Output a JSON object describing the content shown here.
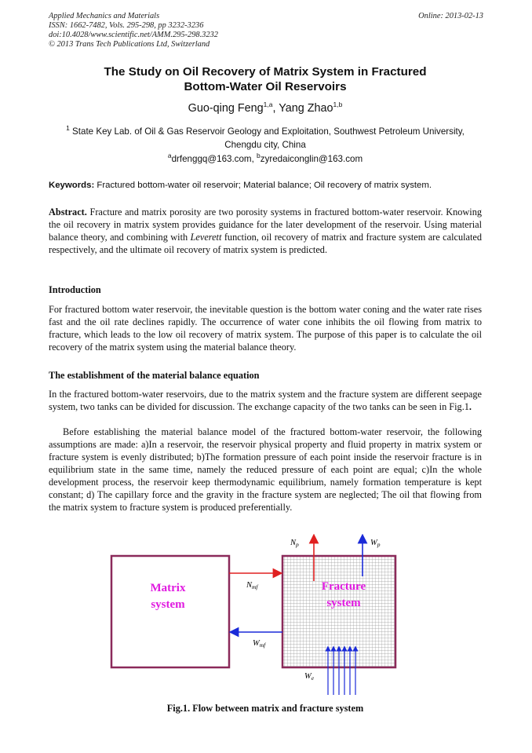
{
  "header": {
    "journal": "Applied Mechanics and Materials",
    "issn": "ISSN: 1662-7482, Vols. 295-298, pp 3232-3236",
    "doi": "doi:10.4028/www.scientific.net/AMM.295-298.3232",
    "copyright": "© 2013 Trans Tech Publications Ltd, Switzerland",
    "online": "Online: 2013-02-13"
  },
  "title": {
    "line1": "The Study on Oil Recovery of Matrix System in Fractured",
    "line2": "Bottom-Water Oil Reservoirs"
  },
  "authors": {
    "a1_name": "Guo-qing Feng",
    "a1_sup": "1,a",
    "sep": ", ",
    "a2_name": "Yang Zhao",
    "a2_sup": "1,b"
  },
  "affiliation": {
    "sup": "1",
    "line1": " State Key Lab. of Oil & Gas Reservoir Geology and Exploitation, Southwest Petroleum University,",
    "line2": "Chengdu city,  China"
  },
  "emails": {
    "sup_a": "a",
    "email_a": "drfenggq@163.com",
    "sep": ", ",
    "sup_b": "b",
    "email_b": "zyredaiconglin@163.com"
  },
  "keywords": {
    "label": "Keywords:",
    "text": " Fractured bottom-water oil reservoir; Material balance; Oil recovery of matrix system."
  },
  "abstract": {
    "label": "Abstract.",
    "text1": " Fracture and matrix porosity are two porosity systems in fractured bottom-water reservoir. Knowing the oil recovery in matrix system provides guidance for the later development of the reservoir. Using material balance theory, and combining with ",
    "italic": "Leverett",
    "text2": " function, oil recovery of matrix and fracture system are calculated respectively, and the ultimate oil recovery of matrix system is predicted."
  },
  "introduction": {
    "heading": "Introduction",
    "text": "For fractured bottom water reservoir, the inevitable question is the bottom water coning and the water rate rises fast and the oil rate declines rapidly. The occurrence of water cone inhibits the oil flowing from matrix to fracture, which leads to the low oil recovery of matrix system. The purpose of this paper is to calculate the oil recovery of the matrix system using the material balance theory."
  },
  "establishment": {
    "heading": "The establishment of the material balance equation",
    "para1a": "In the fractured bottom-water reservoirs, due to the matrix system and the fracture system are different seepage system, two tanks can be divided for discussion. The exchange capacity of the two tanks can be seen in Fig.1",
    "para1b": ".",
    "para2": "Before establishing the material balance model of the fractured bottom-water reservoir, the following assumptions are made: a)In a reservoir, the reservoir physical property and fluid property in matrix system or fracture system is evenly distributed; b)The formation pressure of each point inside the reservoir fracture is in equilibrium state in the same time, namely the reduced pressure of each point are equal; c)In the whole development process, the reservoir keep thermodynamic equilibrium, namely formation temperature is kept constant; d) The capillary force and the gravity in the fracture system are neglected; The oil that flowing from the matrix system to fracture system is produced preferentially."
  },
  "figure": {
    "matrix_line1": "Matrix",
    "matrix_line2": "system",
    "fracture_line1": "Fracture",
    "fracture_line2": "system",
    "np_main": "N",
    "np_sub": "p",
    "wp_main": "W",
    "wp_sub": "p",
    "nmf_main": "N",
    "nmf_sub": "mf",
    "wmf_main": "W",
    "wmf_sub": "mf",
    "we_main": "W",
    "we_sub": "e",
    "caption": "Fig.1. Flow between matrix and fracture system",
    "colors": {
      "box_border": "#8b2a5a",
      "label": "#e01ae0",
      "oil_arrow": "#e02020",
      "water_arrow": "#1a2ad8"
    }
  }
}
